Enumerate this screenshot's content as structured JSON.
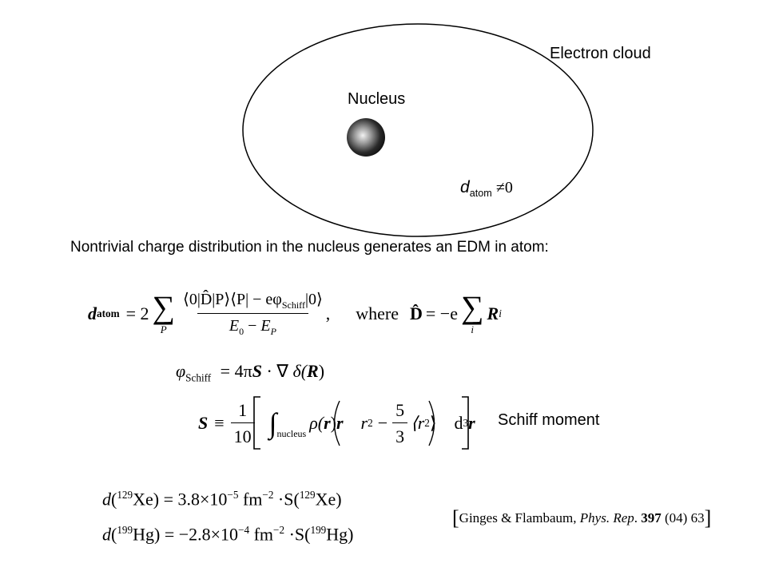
{
  "diagram": {
    "electron_cloud_label": "Electron cloud",
    "nucleus_label": "Nucleus",
    "datom_d": "d",
    "datom_sub": "atom",
    "datom_neq": "≠0",
    "colors": {
      "outline": "#000000",
      "nucleus_dark": "#111111",
      "nucleus_light": "#f2f2f2"
    }
  },
  "intro_text": "Nontrivial charge distribution in the nucleus generates an EDM in atom:",
  "eq1": {
    "lhs_d": "d",
    "lhs_sub": "atom",
    "eq_2": "= 2",
    "sum_sub": "P",
    "numerator": "⟨0|D̂|P⟩⟨P| − eφ",
    "numerator_sub": "Schiff",
    "numerator_end": "|0⟩",
    "den_e0": "E",
    "den_e0_sub": "0",
    "den_minus": " − ",
    "den_ep": "E",
    "den_ep_sub": "P",
    "comma": ",",
    "where": "where",
    "dhat": "D̂",
    "eq_minus_e": "= −e",
    "sum2_sub": "i",
    "r": "R",
    "r_sub": "i"
  },
  "eq2": {
    "phi": "φ",
    "phi_sub": "Schiff",
    "rhs_pre": "= 4π",
    "s": "S",
    "dot_grad": " · ∇ ",
    "delta": "δ(",
    "r": "R",
    "close": ")"
  },
  "eq3": {
    "s": "S",
    "equiv": "≡",
    "frac_num": "1",
    "frac_den": "10",
    "integral": "∫",
    "int_sub": "nucleus",
    "rho": "ρ(",
    "r_vec": "r",
    "rho_close": ")",
    "r2": "r",
    "r2_sup": "2",
    "minus": "−",
    "frac2_num": "5",
    "frac2_den": "3",
    "r2b": "⟨r",
    "r2b_sup": "2",
    "r2b_close": "⟩",
    "d3": "d",
    "d3_sup": "3",
    "d3_r": "r"
  },
  "schiff_label": "Schiff moment",
  "xe": {
    "d": "d",
    "open": "(",
    "sup1": "129",
    "el1": "Xe",
    "close_eq": ") = 3.8×10",
    "exp1": "−5",
    "fm": " fm",
    "exp2": "−2",
    "dot_s": " ·S(",
    "sup2": "129",
    "el2": "Xe",
    "end": ")"
  },
  "hg": {
    "d": "d",
    "open": "(",
    "sup1": "199",
    "el1": "Hg",
    "close_eq": ") = −2.8×10",
    "exp1": "−4",
    "fm": " fm",
    "exp2": "−2",
    "dot_s": " ·S(",
    "sup2": "199",
    "el2": "Hg",
    "end": ")"
  },
  "reference": {
    "open": "[",
    "authors": "Ginges & Flambaum, ",
    "journal": "Phys. Rep",
    "dot": ". ",
    "volume": "397",
    "rest": " (04) 63",
    "close": "]"
  }
}
